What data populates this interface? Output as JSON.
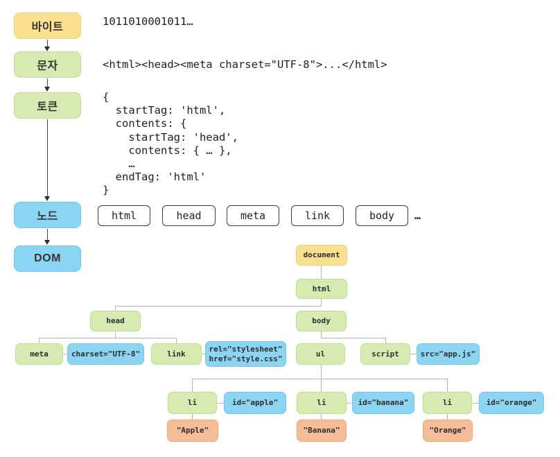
{
  "pipeline": {
    "stages": {
      "bytes": "바이트",
      "chars": "문자",
      "tokens": "토큰",
      "nodes": "노드",
      "dom": "DOM"
    }
  },
  "content": {
    "bytes_example": "1011010001011…",
    "chars_example": "<html><head><meta charset=\"UTF-8\">...</html>",
    "tokens_example": "{\n  startTag: 'html',\n  contents: {\n    startTag: 'head',\n    contents: { … },\n    …\n  endTag: 'html'\n}",
    "node_chips": [
      "html",
      "head",
      "meta",
      "link",
      "body"
    ],
    "node_chips_more": "…"
  },
  "dom_tree": {
    "document": "document",
    "html": "html",
    "head": "head",
    "body": "body",
    "meta": "meta",
    "meta_attr": "charset=\"UTF-8\"",
    "link": "link",
    "link_attr": "rel=\"stylesheet\"\nhref=\"style.css\"",
    "ul": "ul",
    "script": "script",
    "script_attr": "src=\"app.js\"",
    "li_apple": "li",
    "li_apple_attr": "id=\"apple\"",
    "li_apple_text": "\"Apple\"",
    "li_banana": "li",
    "li_banana_attr": "id=\"banana\"",
    "li_banana_text": "\"Banana\"",
    "li_orange": "li",
    "li_orange_attr": "id=\"orange\"",
    "li_orange_text": "\"Orange\""
  },
  "colors": {
    "stage_yellow": "#fbe18f",
    "stage_green": "#d6eab2",
    "stage_blue": "#8bd4f2",
    "text_orange": "#f5bd97",
    "connector_gray": "#b4b4b4"
  }
}
